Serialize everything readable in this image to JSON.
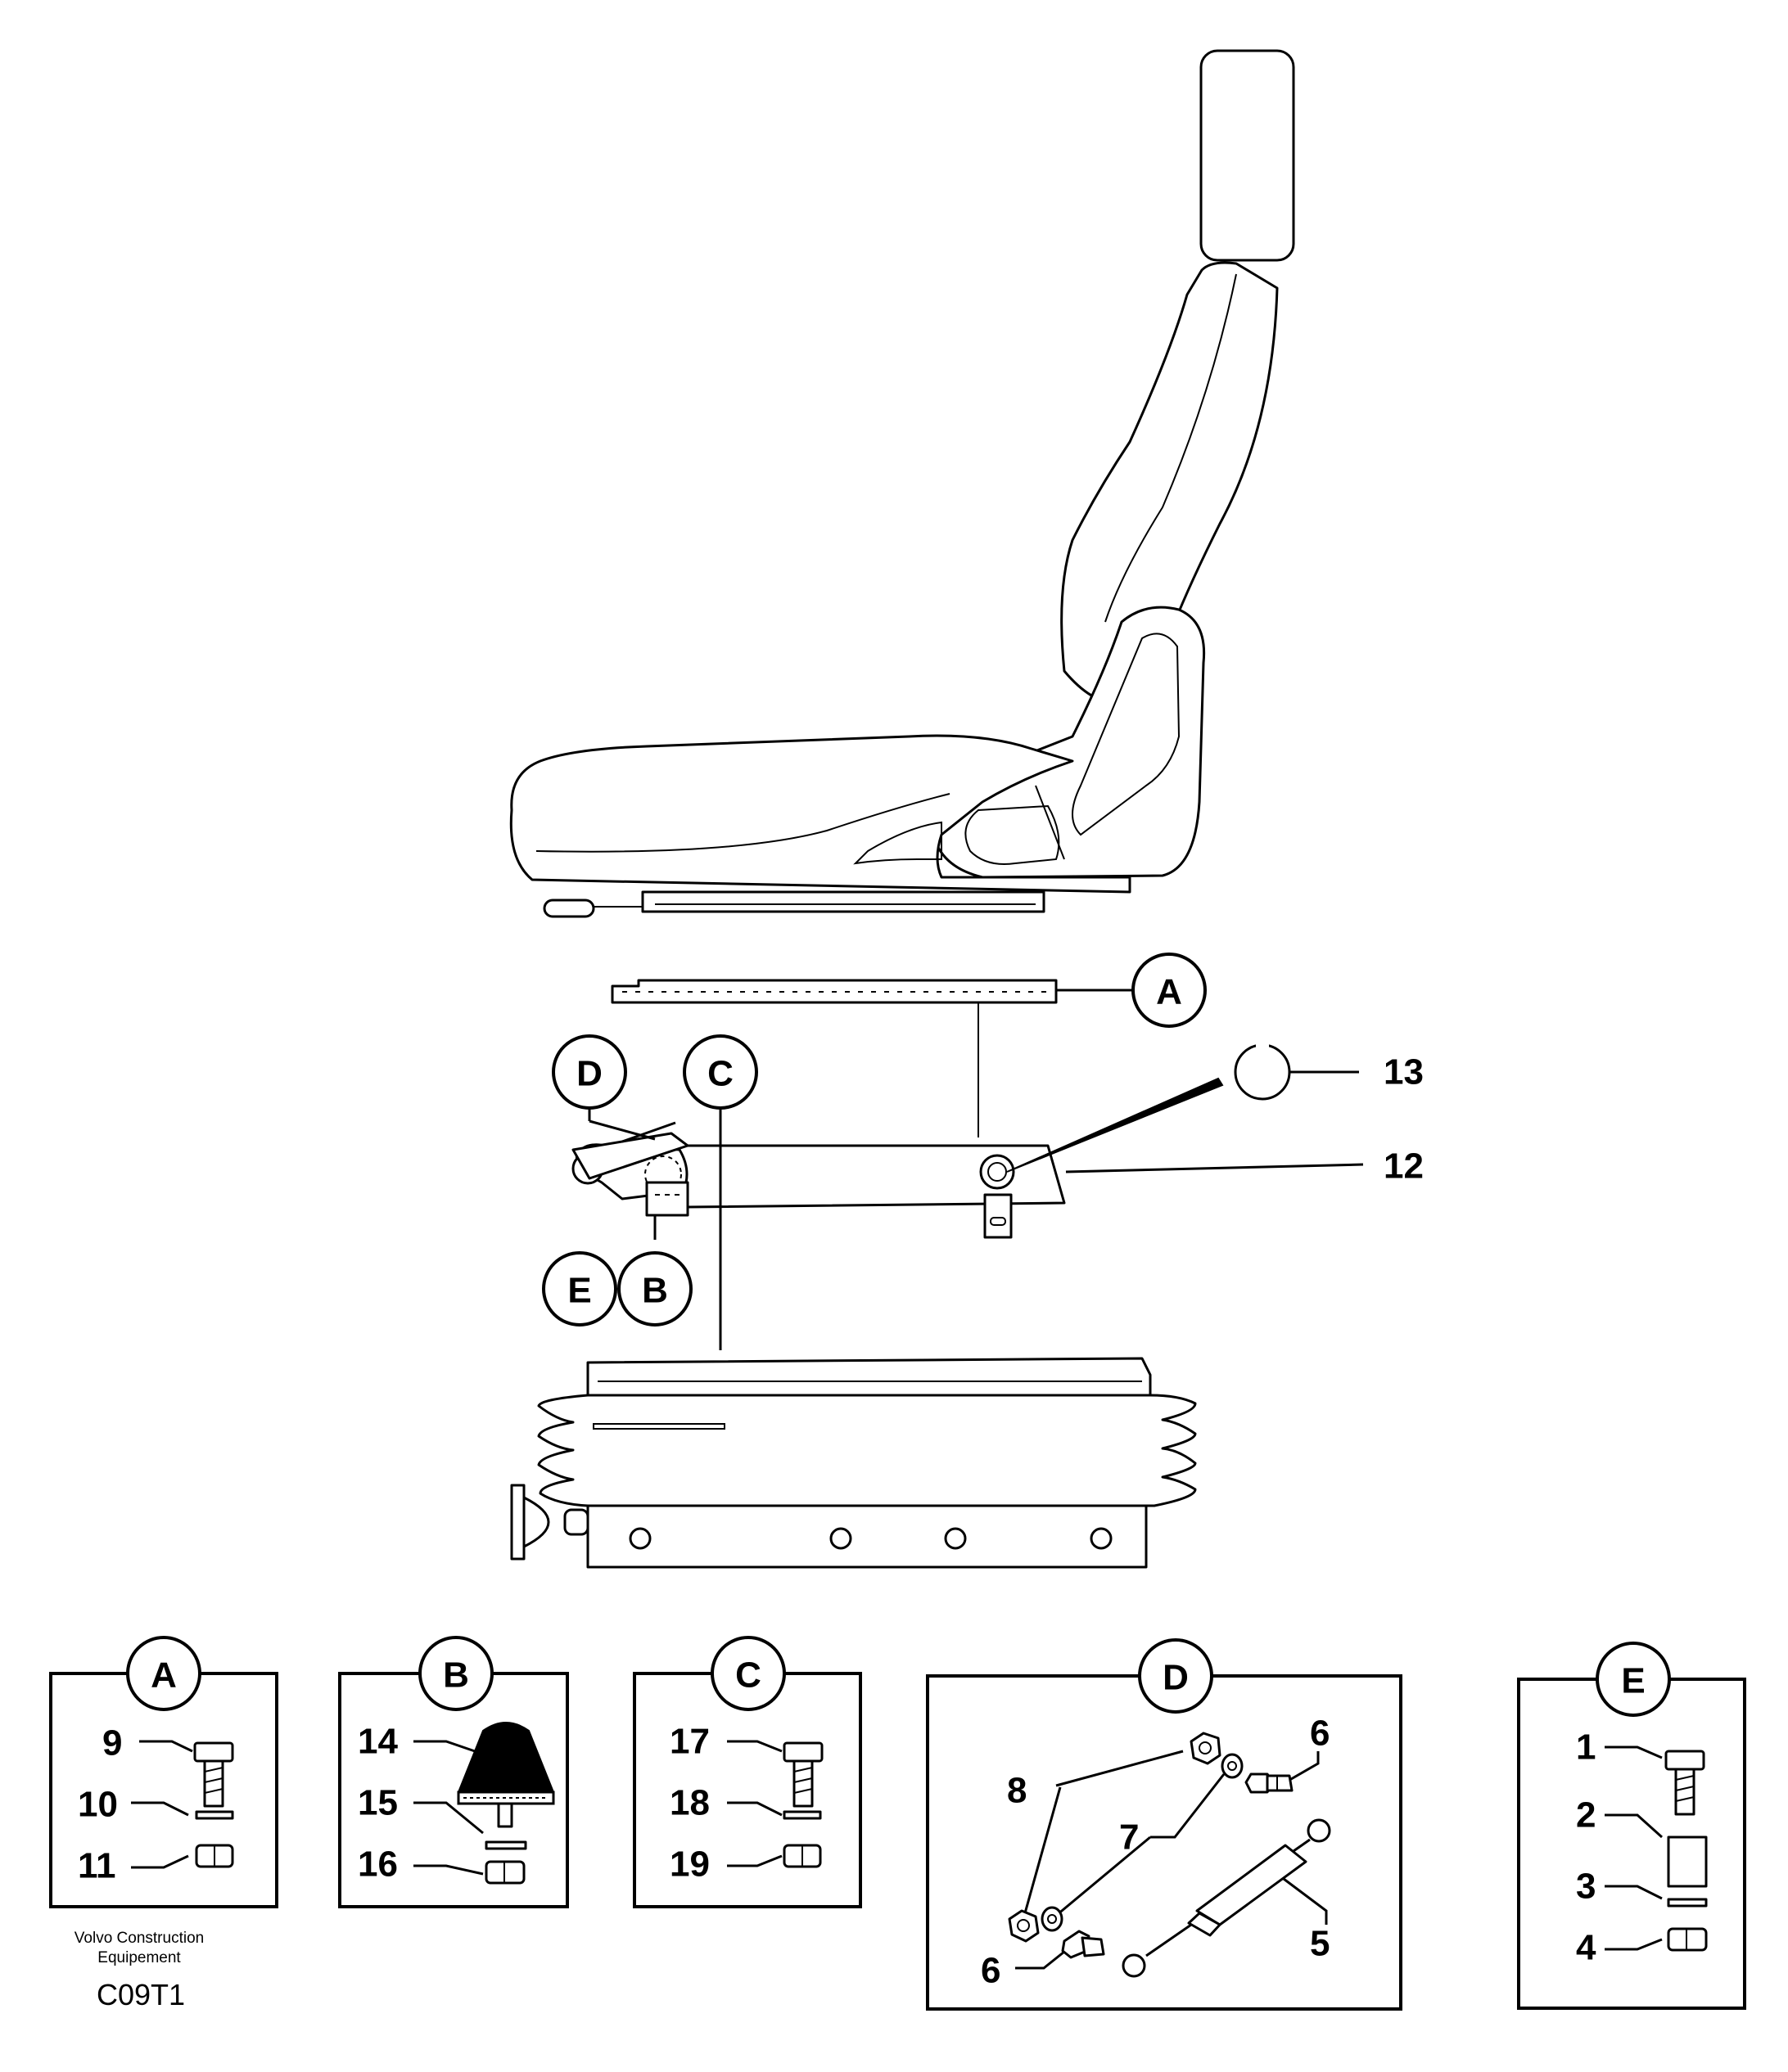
{
  "callouts": {
    "A": "A",
    "B": "B",
    "C": "C",
    "D": "D",
    "E": "E",
    "n12": "12",
    "n13": "13"
  },
  "detail_boxes": {
    "A": {
      "letter": "A",
      "labels": [
        "9",
        "10",
        "11"
      ]
    },
    "B": {
      "letter": "B",
      "labels": [
        "14",
        "15",
        "16"
      ]
    },
    "C": {
      "letter": "C",
      "labels": [
        "17",
        "18",
        "19"
      ]
    },
    "D": {
      "letter": "D",
      "labels": [
        "8",
        "7",
        "6",
        "6",
        "5"
      ]
    },
    "E": {
      "letter": "E",
      "labels": [
        "1",
        "2",
        "3",
        "4"
      ]
    }
  },
  "footer": {
    "brand_line1": "Volvo Construction",
    "brand_line2": "Equipement",
    "code": "C09T1"
  }
}
